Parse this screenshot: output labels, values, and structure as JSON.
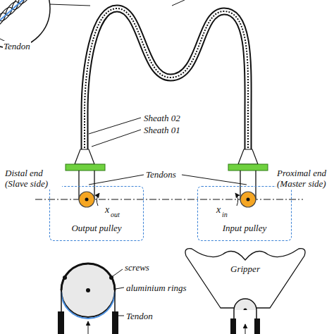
{
  "diagram": {
    "nodes": [
      {
        "text": [
          "Output pulley"
        ]
      },
      {
        "text": [
          "Input pulley"
        ]
      },
      {
        "text": [
          "Gripper"
        ]
      }
    ],
    "labels": [
      "Tendon",
      "Sheath 02",
      "Sheath 01",
      "Distal end (Slave side)",
      "Proximal end (Master side)",
      "Tendons",
      "x",
      "out",
      "x",
      "in",
      "screws",
      "aluminium rings",
      "Tendon"
    ]
  }
}
